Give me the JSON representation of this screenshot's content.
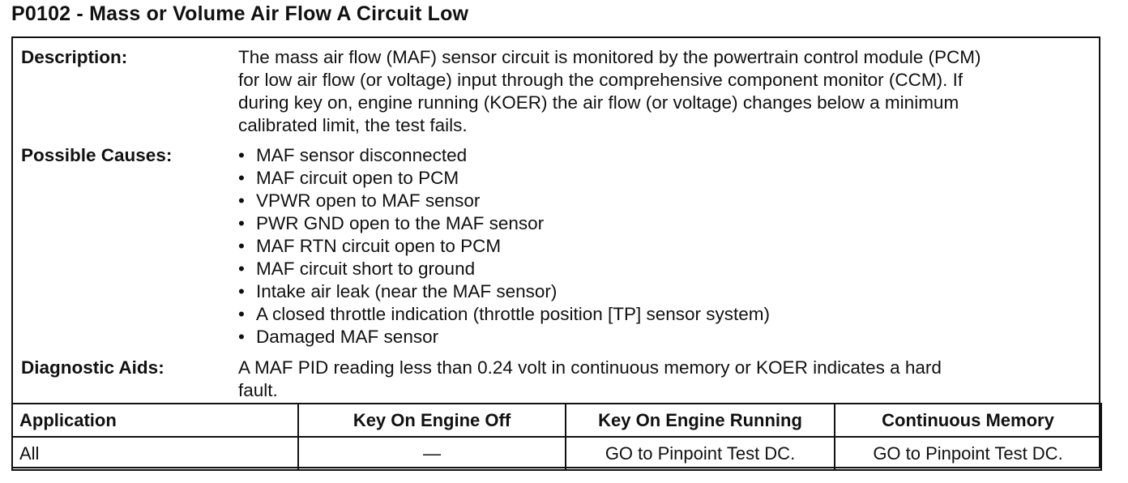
{
  "title": "P0102 - Mass or Volume Air Flow A Circuit Low",
  "description": {
    "label": "Description:",
    "lines": [
      "The mass air flow (MAF) sensor circuit is monitored by the powertrain control module (PCM)",
      "for low air flow (or voltage) input through the comprehensive component monitor (CCM). If",
      "during key on, engine running (KOER) the air flow (or voltage) changes below a minimum",
      "calibrated limit, the test fails."
    ]
  },
  "possible_causes": {
    "label": "Possible Causes:",
    "items": [
      "MAF sensor disconnected",
      "MAF circuit open to PCM",
      "VPWR open to MAF sensor",
      "PWR GND open to the MAF sensor",
      "MAF RTN circuit open to PCM",
      "MAF circuit short to ground",
      "Intake air leak (near the MAF sensor)",
      "A closed throttle indication (throttle position [TP] sensor system)",
      "Damaged MAF sensor"
    ]
  },
  "diagnostic_aids": {
    "label": "Diagnostic Aids:",
    "lines": [
      "A MAF PID reading less than 0.24 volt in continuous memory or KOER indicates a hard",
      "fault."
    ]
  },
  "application_table": {
    "headers": [
      "Application",
      "Key On Engine Off",
      "Key On Engine Running",
      "Continuous Memory"
    ],
    "row": [
      "All",
      "—",
      "GO to Pinpoint Test DC.",
      "GO to Pinpoint Test DC."
    ]
  }
}
